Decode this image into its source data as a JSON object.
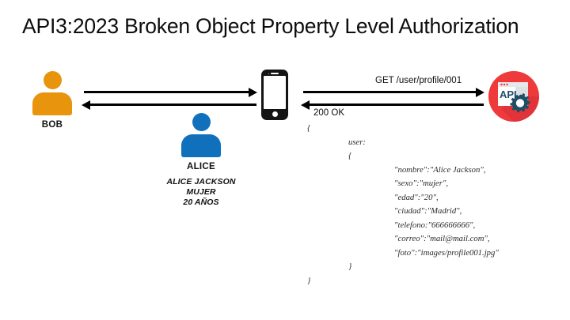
{
  "title": "API3:2023 Broken Object Property Level Authorization",
  "colors": {
    "bob_orange": "#E8940C",
    "alice_blue": "#1170BC",
    "api_red": "#EE3A3A",
    "api_dark_blue": "#1F4E66",
    "arrow_black": "#000000",
    "background": "#FFFFFF"
  },
  "actors": {
    "bob": {
      "icon": "person-icon",
      "label": "BOB",
      "color": "#E8940C"
    },
    "alice": {
      "icon": "person-icon",
      "label": "ALICE",
      "color": "#1170BC",
      "details": [
        "ALICE JACKSON",
        "MUJER",
        "20 AÑOS"
      ]
    },
    "device": {
      "icon": "smartphone-icon",
      "label": "smartphone"
    },
    "server": {
      "icon": "api-server-icon",
      "label": "API"
    }
  },
  "flow": {
    "request_label": "GET /user/profile/001",
    "response_label": "200 OK",
    "left_arrows": [
      {
        "direction": "right",
        "name": "bob-to-phone-request-arrow"
      },
      {
        "direction": "left",
        "name": "phone-to-bob-response-arrow"
      }
    ],
    "right_arrows": [
      {
        "direction": "right",
        "name": "phone-to-server-request-arrow"
      },
      {
        "direction": "left",
        "name": "server-to-phone-response-arrow"
      }
    ]
  },
  "response_body": {
    "lines": [
      {
        "indent": 0,
        "text": "{"
      },
      {
        "indent": 1,
        "text": "user:"
      },
      {
        "indent": 1,
        "text": "{"
      },
      {
        "indent": 2,
        "text": "\"nombre\":\"Alice Jackson\","
      },
      {
        "indent": 2,
        "text": "\"sexo\":\"mujer\","
      },
      {
        "indent": 2,
        "text": "\"edad\":\"20\","
      },
      {
        "indent": 2,
        "text": "\"ciudad\":\"Madrid\","
      },
      {
        "indent": 2,
        "text": "\"telefono:\"666666666\","
      },
      {
        "indent": 2,
        "text": "\"correo\":\"mail@mail.com\","
      },
      {
        "indent": 2,
        "text": "\"foto\":\"images/profile001.jpg\""
      },
      {
        "indent": 1,
        "text": "}"
      },
      {
        "indent": 0,
        "text": "}"
      }
    ]
  }
}
